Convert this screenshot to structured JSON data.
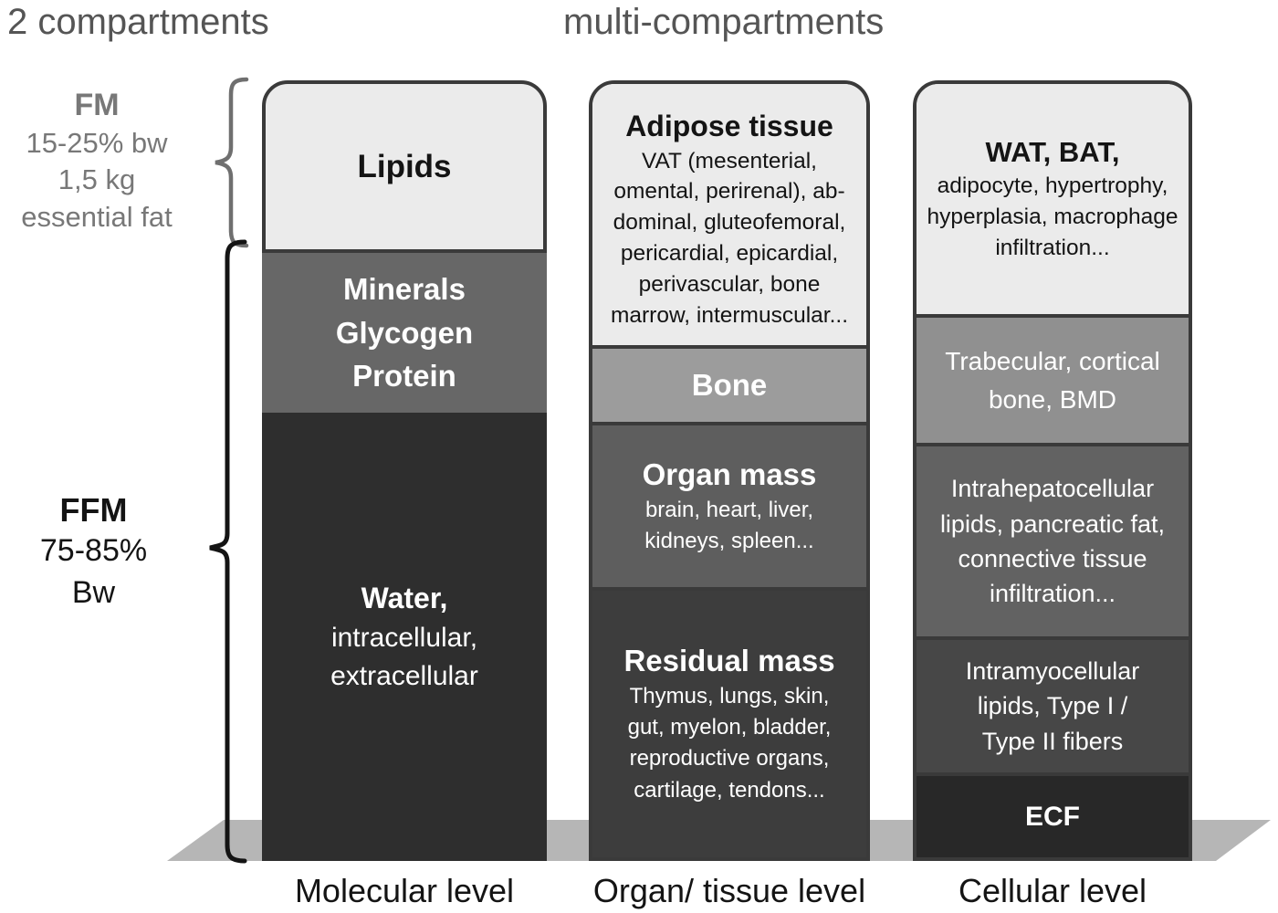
{
  "headers": {
    "left": "2 compartments",
    "right": "multi-compartments"
  },
  "annotations": {
    "fm": {
      "title": "FM",
      "detail": "15-25% bw\n1,5 kg\nessential fat"
    },
    "ffm": {
      "title": "FFM",
      "detail": "75-85%\nBw"
    }
  },
  "columns": [
    {
      "label": "Molecular level",
      "segments": [
        {
          "title": "Lipids"
        },
        {
          "title": "Minerals\nGlycogen\nProtein"
        },
        {
          "title": "Water,",
          "body": "intracellular,\nextracellular"
        }
      ]
    },
    {
      "label": "Organ/ tissue level",
      "segments": [
        {
          "title": "Adipose tissue",
          "body": "VAT (mesenterial,\nomental, perirenal), ab-\ndominal, gluteofemoral,\npericardial, epicardial,\nperivascular, bone\nmarrow, intermuscular..."
        },
        {
          "title": "Bone"
        },
        {
          "title": "Organ mass",
          "body": "brain, heart, liver,\nkidneys, spleen..."
        },
        {
          "title": "Residual mass",
          "body": "Thymus, lungs, skin,\ngut, myelon, bladder,\nreproductive organs,\ncartilage, tendons..."
        }
      ]
    },
    {
      "label": "Cellular level",
      "segments": [
        {
          "title": "WAT, BAT,",
          "body": "adipocyte, hypertrophy,\nhyperplasia, macrophage\ninfiltration..."
        },
        {
          "body": "Trabecular, cortical\nbone, BMD"
        },
        {
          "body": "Intrahepatocellular\nlipids, pancreatic fat,\nconnective tissue\ninfiltration..."
        },
        {
          "body": "Intramyocellular\nlipids, Type I /\nType II fibers"
        },
        {
          "title": "ECF"
        }
      ]
    }
  ],
  "colors": {
    "background": "#ffffff",
    "header_text": "#555555",
    "fm_text": "#787878",
    "fm_brace": "#6f6f6f",
    "ffm_text": "#141414",
    "ffm_brace": "#141414",
    "box_border": "#3a3a3a",
    "light_box": "#ebebeb",
    "platform": "#b6b6b6",
    "text_dark": "#141414",
    "text_light": "#ffffff",
    "bottom_label_text": "#141414",
    "seg_minerals": "#676767",
    "seg_water": "#2e2e2e",
    "seg_bone": "#9c9c9c",
    "seg_organ_mass": "#5e5e5e",
    "seg_residual_mass": "#3d3d3d",
    "seg_trabecular": "#909090",
    "seg_intrahepatocellular": "#626262",
    "seg_intramyocellular": "#474747",
    "seg_ecf": "#282828"
  }
}
